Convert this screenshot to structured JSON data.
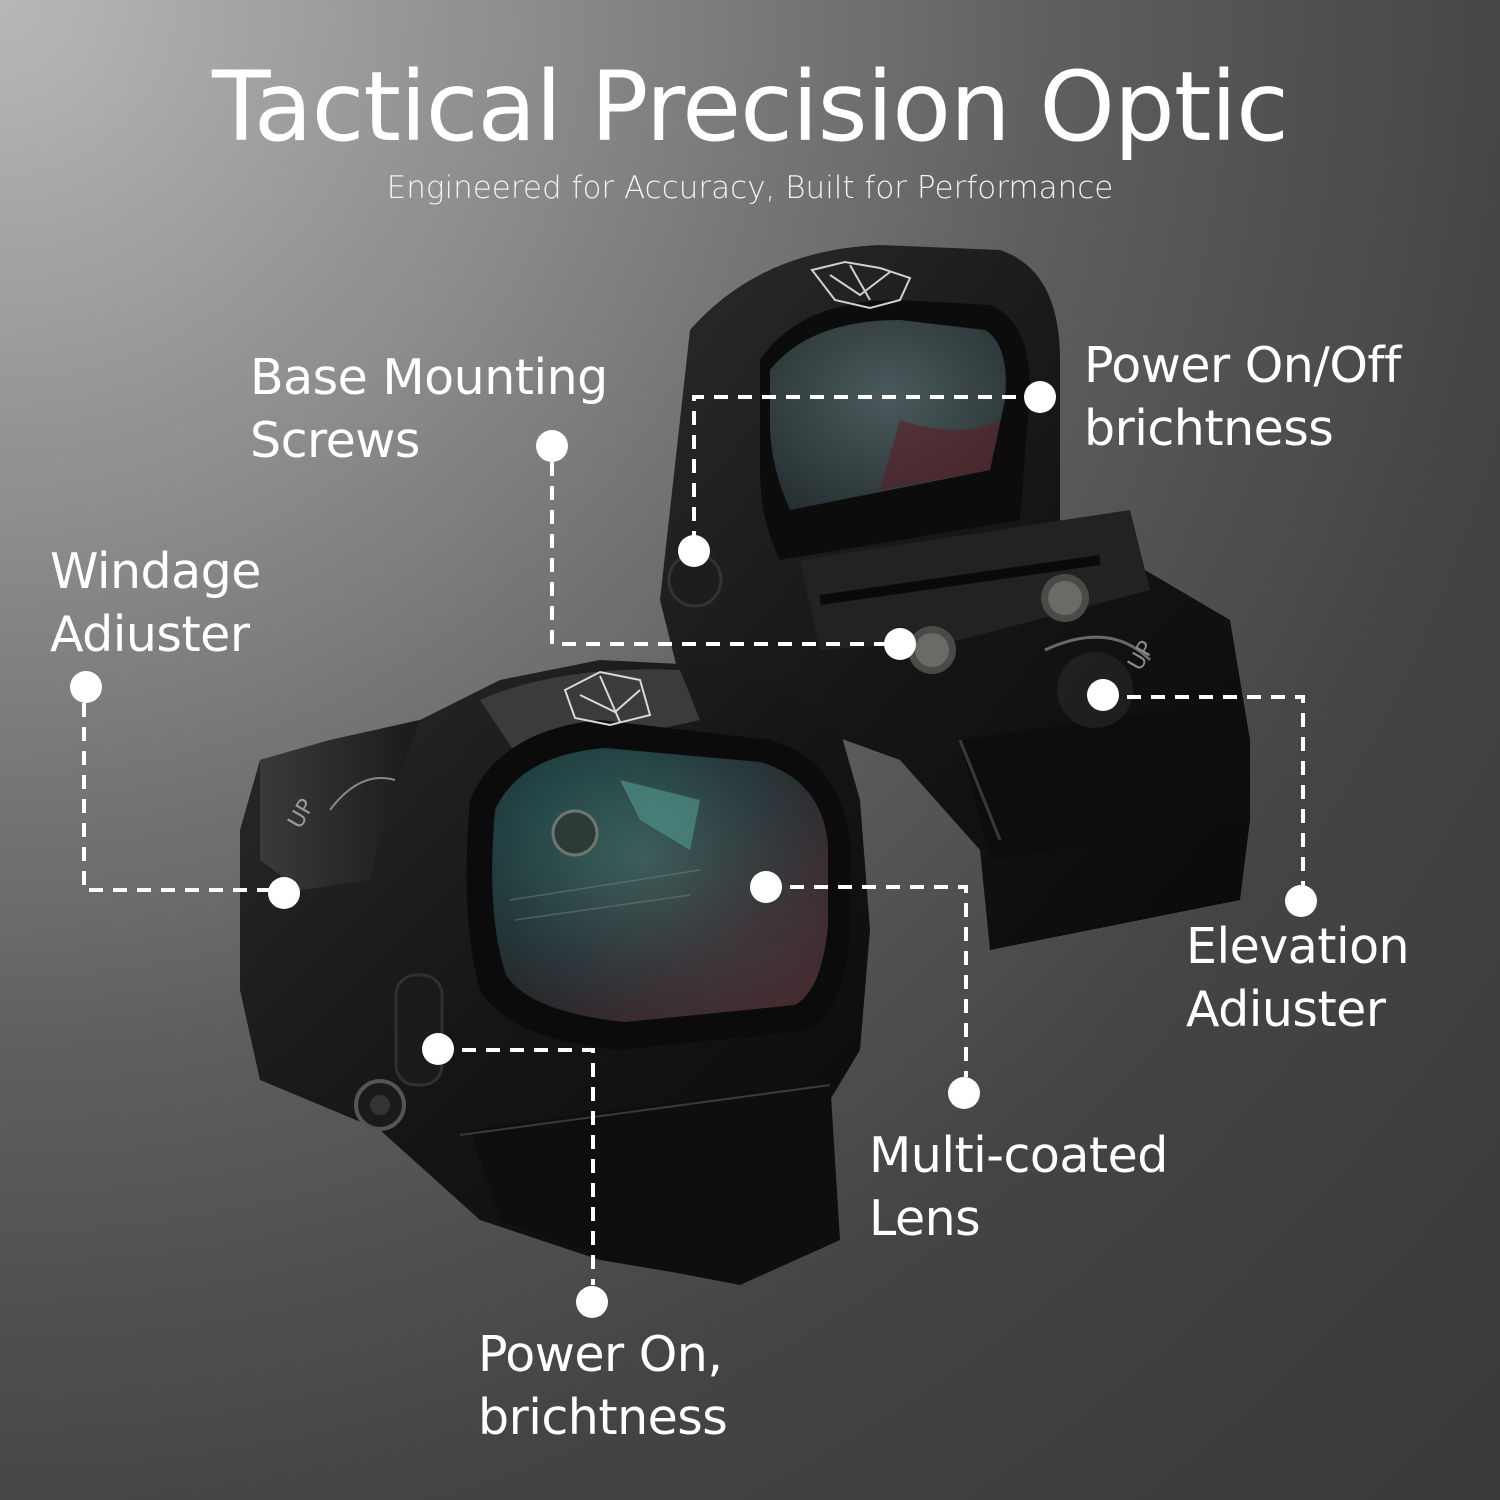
{
  "header": {
    "title": "Tactical Precision Optic",
    "subtitle": "Engineered for Accuracy, Built for Performance"
  },
  "callouts": [
    {
      "id": "base-mounting-screws",
      "lines": [
        "Base Mounting",
        "Screws"
      ]
    },
    {
      "id": "power-on-off",
      "lines": [
        "Power On/Off",
        "brichtness"
      ]
    },
    {
      "id": "windage-adjuster",
      "lines": [
        "Windage",
        "Adiuster"
      ]
    },
    {
      "id": "elevation-adjuster",
      "lines": [
        "Elevation",
        "Adiuster"
      ]
    },
    {
      "id": "multi-coated-lens",
      "lines": [
        "Multi-coated",
        "Lens"
      ]
    },
    {
      "id": "power-on-brightness",
      "lines": [
        "Power On,",
        "brichtness"
      ]
    }
  ],
  "colors": {
    "background_light": "#b8b8b8",
    "background_dark": "#393939",
    "optic_body": "#161616",
    "lens_tint": "#2f5a55",
    "lens_edge": "#6a2a30",
    "callout": "#ffffff"
  }
}
